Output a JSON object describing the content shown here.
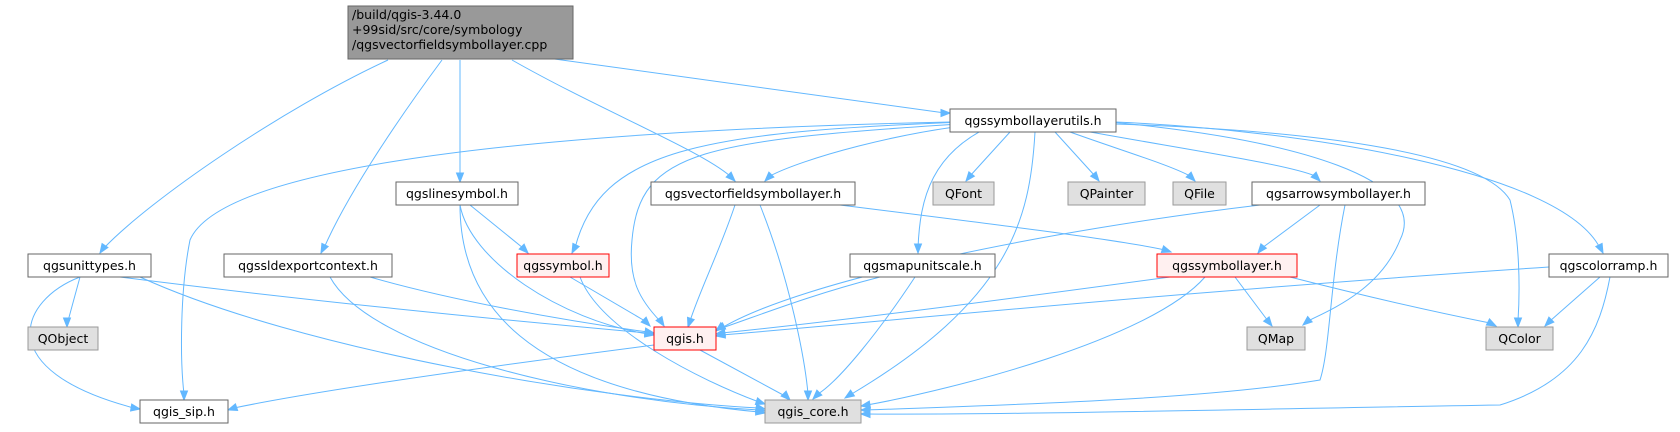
{
  "colors": {
    "edge": "#63b8ff",
    "root_fill": "#999999",
    "root_stroke": "#666666",
    "normal_fill": "#ffffff",
    "normal_stroke": "#666666",
    "external_fill": "#e0e0e0",
    "external_stroke": "#999999",
    "truncated_fill": "#fff0f0",
    "truncated_stroke": "#ff0000"
  },
  "root": {
    "lines": [
      "/build/qgis-3.44.0",
      "+99sid/src/core/symbology",
      "/qgsvectorfieldsymbollayer.cpp"
    ]
  },
  "nodes": {
    "symbollayerutils": "qgssymbollayerutils.h",
    "unittypes": "qgsunittypes.h",
    "sldexportcontext": "qgssldexportcontext.h",
    "linesymbol": "qgslinesymbol.h",
    "vectorfieldsymbollayer": "qgsvectorfieldsymbollayer.h",
    "qfont": "QFont",
    "qpainter": "QPainter",
    "qfile": "QFile",
    "arrowsymbollayer": "qgsarrowsymbollayer.h",
    "symbol": "qgssymbol.h",
    "mapunitscale": "qgsmapunitscale.h",
    "symbollayer": "qgssymbollayer.h",
    "colorramp": "qgscolorramp.h",
    "qobject": "QObject",
    "qgis": "qgis.h",
    "qmap": "QMap",
    "qcolor": "QColor",
    "qgis_sip": "qgis_sip.h",
    "qgis_core": "qgis_core.h"
  }
}
